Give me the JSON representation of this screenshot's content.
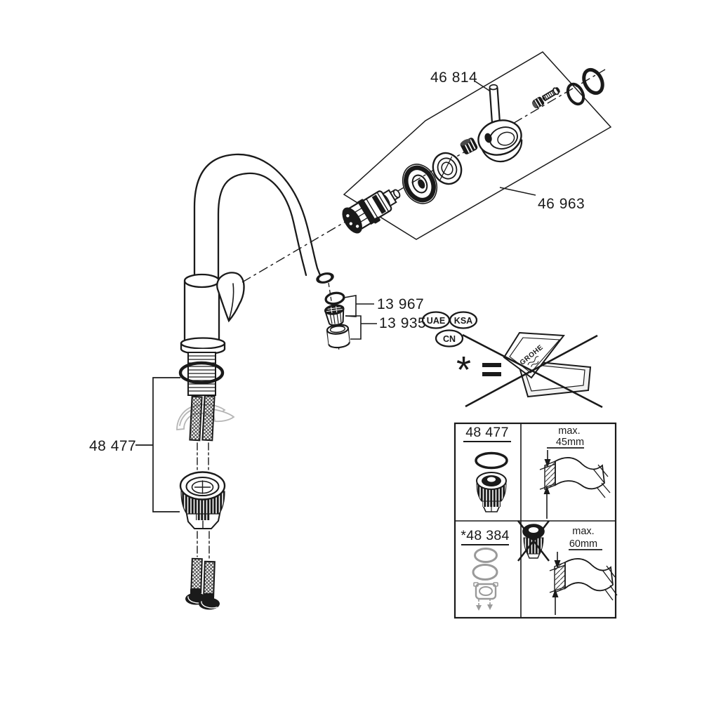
{
  "colors": {
    "ink": "#1a1a1a",
    "gray": "#9a9a9a",
    "bg": "#ffffff"
  },
  "labels": {
    "handle_kit": "46 814",
    "escutcheon_kit": "46 963",
    "mousser_kit": "13 967",
    "spout_end_kit": "13 935",
    "connection_kit": "48 477"
  },
  "badges": [
    {
      "label": "UAE"
    },
    {
      "label": "KSA"
    },
    {
      "label": "CN"
    }
  ],
  "footnote": {
    "asterisk": "*",
    "equals": "=",
    "brand": "GROHE"
  },
  "table": {
    "rows": [
      {
        "part": "48 477",
        "max_label": "max.",
        "max_value": "45mm"
      },
      {
        "part": "*48 384",
        "max_label": "max.",
        "max_value": "60mm"
      }
    ]
  }
}
